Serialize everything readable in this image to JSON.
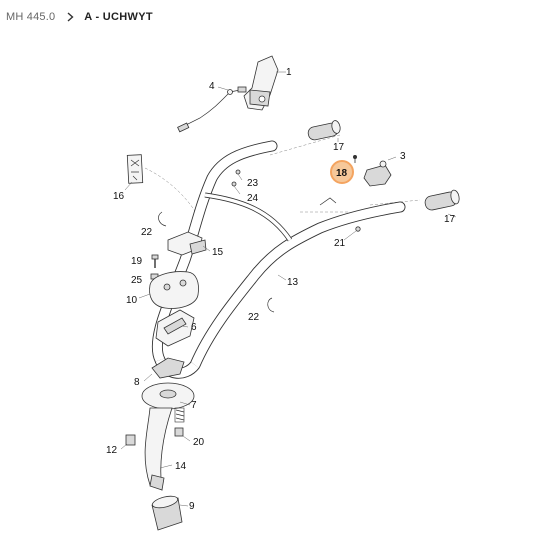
{
  "breadcrumb": {
    "model": "MH 445.0",
    "section": "A - UCHWYT"
  },
  "highlight_color": "#f4a460",
  "callouts": {
    "p1": "1",
    "p3": "3",
    "p4": "4",
    "p6": "6",
    "p7": "7",
    "p8": "8",
    "p9": "9",
    "p10": "10",
    "p12": "12",
    "p13": "13",
    "p14": "14",
    "p15": "15",
    "p16": "16",
    "p17a": "17",
    "p17b": "17",
    "p18": "18",
    "p19": "19",
    "p20": "20",
    "p21": "21",
    "p22a": "22",
    "p22b": "22",
    "p23": "23",
    "p24": "24",
    "p25": "25"
  }
}
